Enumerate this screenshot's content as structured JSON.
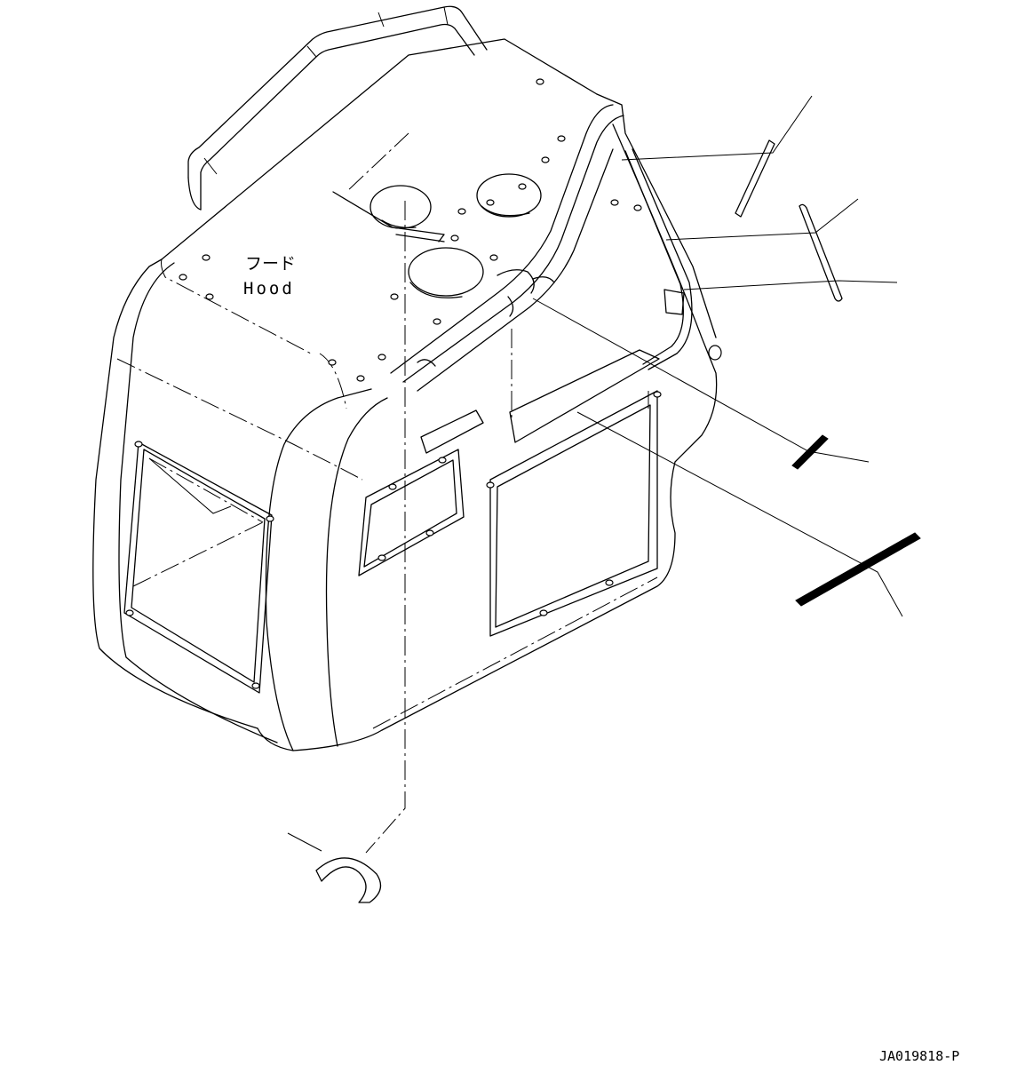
{
  "labels": {
    "hood_jp": "フード",
    "hood_en": "Hood",
    "drawing_code": "JA019818-P"
  },
  "colors": {
    "line": "#000000",
    "background": "#ffffff"
  }
}
